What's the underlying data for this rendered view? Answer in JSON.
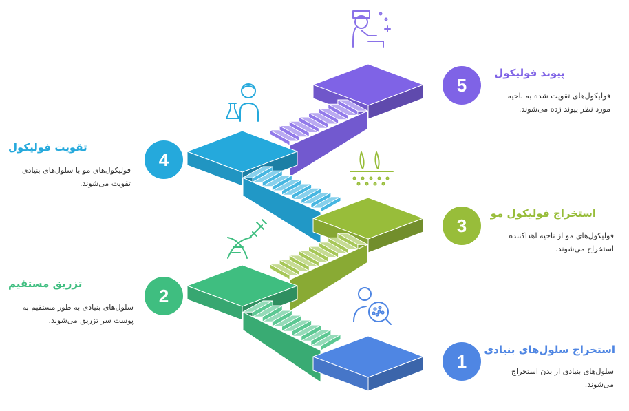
{
  "colors": {
    "step1": "#4f86e3",
    "step2": "#3fbe80",
    "step3": "#98bd3a",
    "step4": "#25a9dc",
    "step5": "#7f63e6"
  },
  "steps": [
    {
      "number": "1",
      "title": "استخراج سلول‌های بنیادی",
      "description": "سلول‌های بنیادی از بدن استخراج می‌شوند.",
      "icon": "person-magnifier-icon"
    },
    {
      "number": "2",
      "title": "تزریق مستقیم",
      "description": "سلول‌های بنیادی به طور مستقیم به پوست سر تزریق می‌شوند.",
      "icon": "dna-syringe-icon"
    },
    {
      "number": "3",
      "title": "استخراج فولیکول مو",
      "description": "فولیکول‌های مو از ناحیه اهداکننده استخراج می‌شوند.",
      "icon": "hair-follicle-icon"
    },
    {
      "number": "4",
      "title": "تقویت فولیکول",
      "description": "فولیکول‌های مو با سلول‌های بنیادی تقویت می‌شوند.",
      "icon": "scientist-flask-icon"
    },
    {
      "number": "5",
      "title": "پیوند فولیکول",
      "description": "فولیکول‌های تقویت شده به ناحیه مورد نظر پیوند زده می‌شوند.",
      "icon": "surgeon-faceshield-icon"
    }
  ]
}
